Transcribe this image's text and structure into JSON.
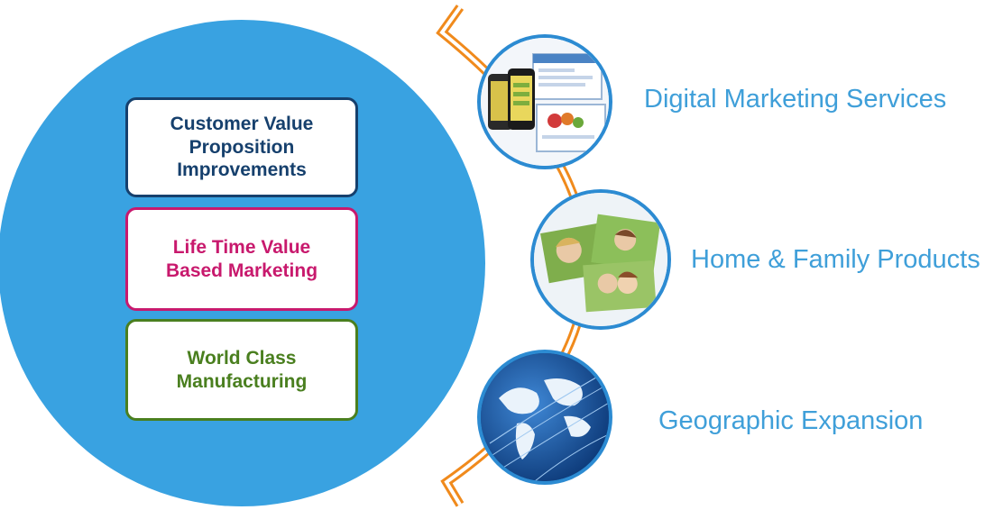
{
  "pillars": [
    {
      "text": "Customer Value\nProposition\nImprovements",
      "color": "#16406d"
    },
    {
      "text": "Life Time Value\nBased Marketing",
      "color": "#c8196d"
    },
    {
      "text": "World Class\nManufacturing",
      "color": "#4a7f1f"
    }
  ],
  "growth_areas": [
    {
      "label": "Digital Marketing Services",
      "image": "phones-and-web-pages"
    },
    {
      "label": "Home & Family Products",
      "image": "family-photo-books"
    },
    {
      "label": "Geographic Expansion",
      "image": "globe"
    }
  ],
  "colors": {
    "circle": "#39a2e1",
    "arc": "#f08a1c",
    "label": "#3f9fd9",
    "thumb_border": "#2c8bd2"
  }
}
